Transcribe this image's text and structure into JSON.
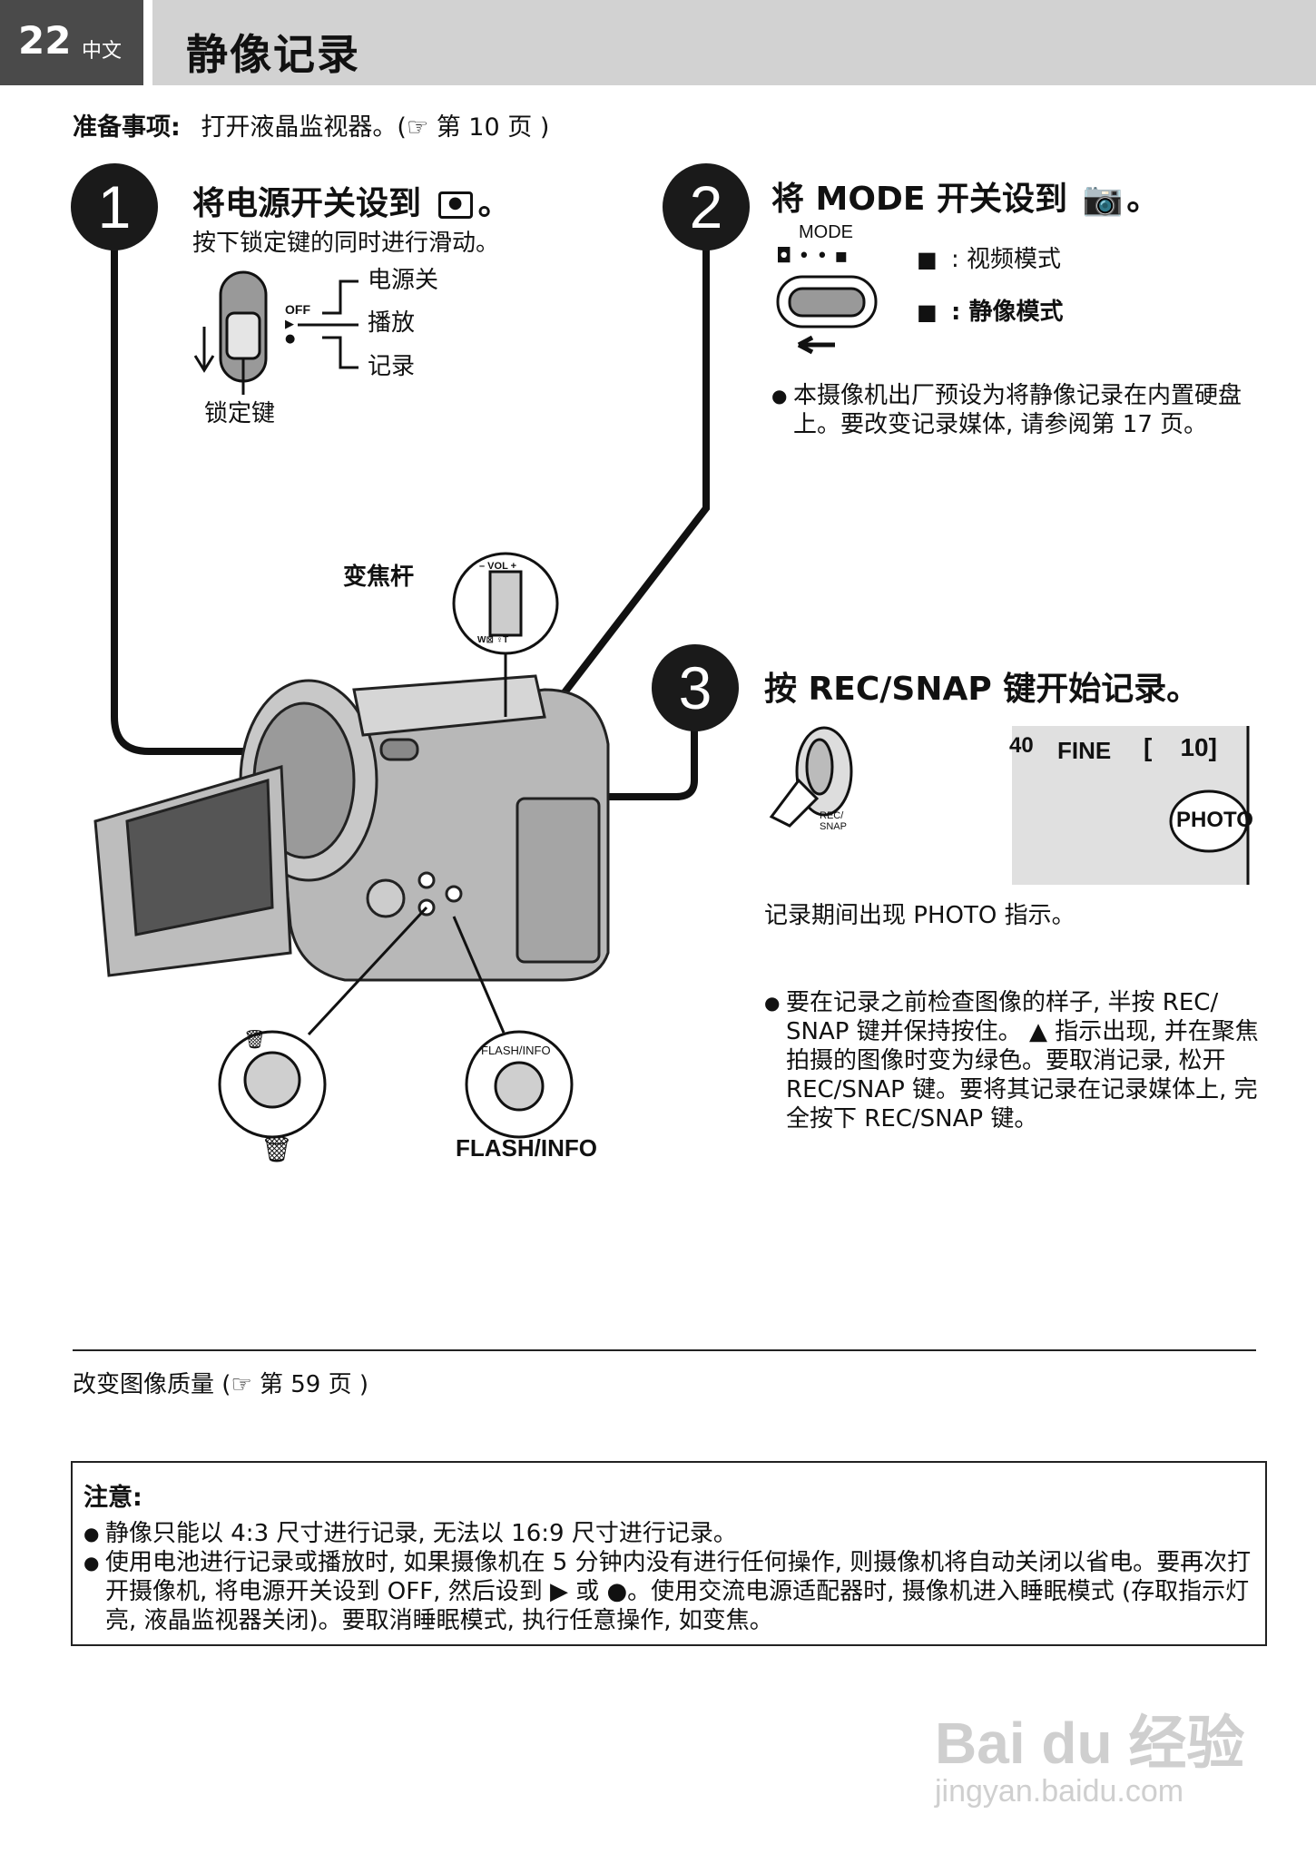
{
  "header": {
    "page_number": "22",
    "language": "中文",
    "title": "静像记录"
  },
  "prep": {
    "label": "准备事项:",
    "text": "打开液晶监视器。(☞ 第 10 页 )"
  },
  "step1": {
    "number": "1",
    "heading": "将电源开关设到",
    "heading_tail": "。",
    "sub": "按下锁定键的同时进行滑动。",
    "switch_labels": {
      "off_tag": "OFF",
      "off": "电源关",
      "play": "播放",
      "rec": "记录"
    },
    "lock_key": "锁定键"
  },
  "step2": {
    "number": "2",
    "heading": "将 MODE 开关设到",
    "heading_tail": "。",
    "mode_tag": "MODE",
    "video_mode": ":  视频模式",
    "still_mode": ":  静像模式",
    "bullet": "本摄像机出厂预设为将静像记录在内置硬盘上。要改变记录媒体, 请参阅第 17 页。"
  },
  "zoom": {
    "label": "变焦杆",
    "vol": "– VOL +",
    "wt": "W⊠  ♀T"
  },
  "step3": {
    "number": "3",
    "heading": "按 REC/SNAP 键开始记录。",
    "button_label": "REC/\nSNAP",
    "lcd": {
      "left": "40",
      "fine": "FINE",
      "bracket": "[    10]",
      "photo": "PHOTO"
    },
    "desc": "记录期间出现 PHOTO 指示。",
    "bullet": "要在记录之前检查图像的样子, 半按 REC/ SNAP 键并保持按住。 ▲ 指示出现, 并在聚焦拍摄的图像时变为绿色。要取消记录, 松开 REC/SNAP 键。要将其记录在记录媒体上, 完全按下 REC/SNAP 键。"
  },
  "buttons": {
    "delete_label": "🗑",
    "flash_small": "FLASH/INFO",
    "flash_label": "FLASH/INFO"
  },
  "quality": {
    "text": "改变图像质量 (☞ 第 59 页 )"
  },
  "note": {
    "title": "注意:",
    "items": [
      "静像只能以 4:3 尺寸进行记录, 无法以 16:9 尺寸进行记录。",
      "使用电池进行记录或播放时, 如果摄像机在 5 分钟内没有进行任何操作, 则摄像机将自动关闭以省电。要再次打开摄像机, 将电源开关设到 OFF, 然后设到 ▶ 或 ●。使用交流电源适配器时, 摄像机进入睡眠模式 (存取指示灯亮, 液晶监视器关闭)。要取消睡眠模式, 执行任意操作, 如变焦。"
    ]
  },
  "watermark": {
    "brand": "Bai du 经验",
    "url": "jingyan.baidu.com"
  }
}
